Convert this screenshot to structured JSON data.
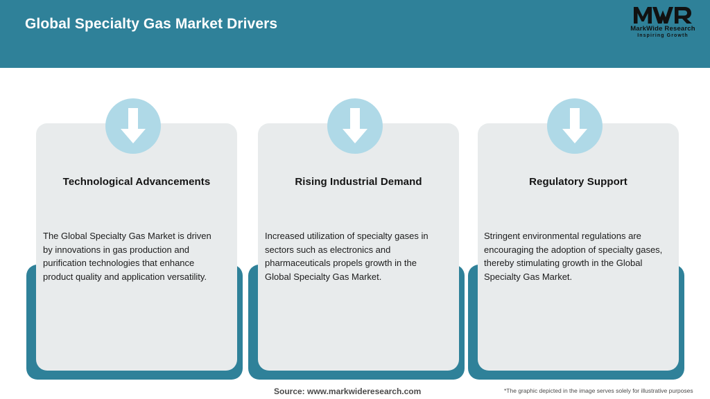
{
  "header": {
    "title": "Global Specialty Gas Market Drivers",
    "background_color": "#2F8199",
    "title_color": "#FFFFFF"
  },
  "logo": {
    "mark_text": "MWR",
    "name": "MarkWide Research",
    "tagline": "Inspiring Growth"
  },
  "theme": {
    "accent_teal": "#2F8199",
    "card_grey": "#E8EBEC",
    "badge_blue": "#AFD9E7",
    "arrow_white": "#FFFFFF",
    "page_background": "#FFFFFF"
  },
  "cards": [
    {
      "icon": "down-arrow-icon",
      "title": "Technological Advancements",
      "body": "The Global Specialty Gas Market is driven by innovations in gas production and purification technologies that enhance product quality and application versatility."
    },
    {
      "icon": "down-arrow-icon",
      "title": "Rising Industrial Demand",
      "body": "Increased utilization of specialty gases in sectors such as electronics and pharmaceuticals propels growth in the Global Specialty Gas Market."
    },
    {
      "icon": "down-arrow-icon",
      "title": "Regulatory Support",
      "body": "Stringent environmental regulations are encouraging the adoption of specialty gases, thereby stimulating growth in the Global Specialty Gas Market."
    }
  ],
  "footer": {
    "source": "Source: www.markwideresearch.com",
    "disclaimer": "*The graphic depicted in the image serves solely for illustrative purposes"
  }
}
